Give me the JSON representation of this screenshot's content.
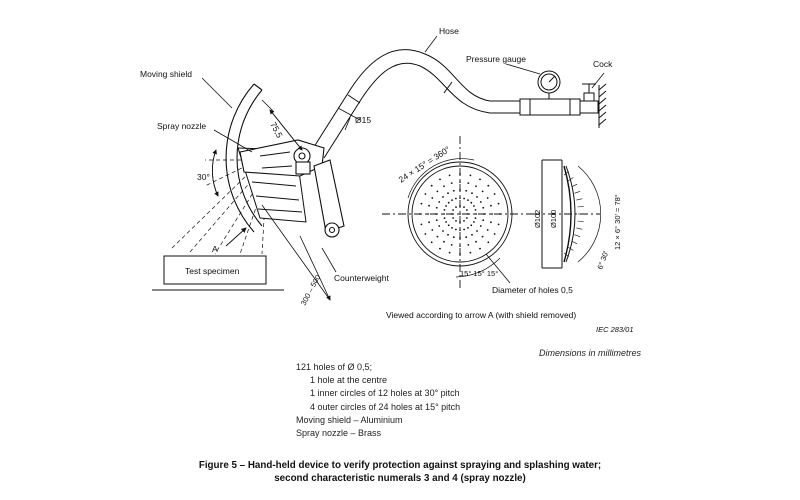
{
  "labels": {
    "hose": "Hose",
    "pressure_gauge": "Pressure gauge",
    "cock": "Cock",
    "moving_shield": "Moving shield",
    "spray_nozzle": "Spray nozzle",
    "dim_75_5": "75,5",
    "dim_dia15": "Ø15",
    "angle_30": "30°",
    "arrow_a": "A",
    "test_specimen": "Test specimen",
    "counterweight": "Counterweight",
    "dim_300_500": "300 – 500",
    "dim_24x15": "24 × 15° = 360°",
    "dim_15_15_15": "15° 15° 15°",
    "diameter_holes": "Diameter of holes 0,5",
    "dim_dia102": "Ø102",
    "dim_dia100": "Ø100",
    "dim_12x6_30": "12 × 6° 30' = 78°",
    "dim_6_30": "6° 30'",
    "viewed_note": "Viewed according to arrow A (with shield removed)",
    "iec_ref": "IEC  283/01"
  },
  "dimensions_note": "Dimensions in millimetres",
  "notes": [
    "121 holes of Ø 0,5;",
    "1 hole at the centre",
    "1 inner circles of 12 holes at 30° pitch",
    "4 outer circles of 24 holes at 15° pitch",
    "Moving shield – Aluminium",
    "Spray nozzle – Brass"
  ],
  "caption": {
    "line1": "Figure 5 – Hand-held device to verify protection against spraying and splashing water;",
    "line2": "second characteristic numerals 3 and 4 (spray nozzle)"
  }
}
